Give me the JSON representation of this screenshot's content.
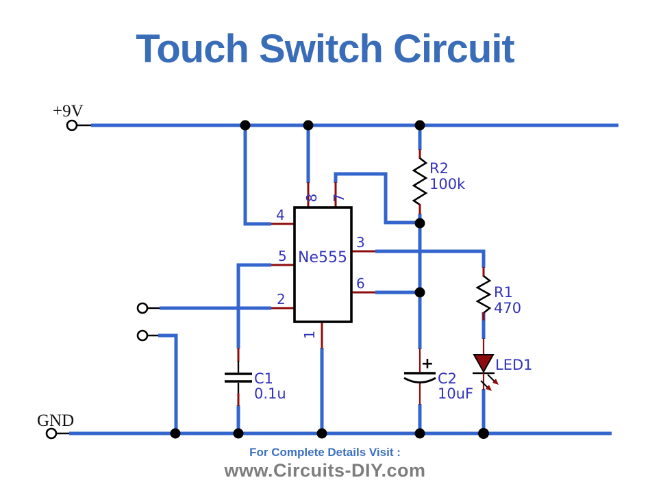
{
  "title": "Touch Switch Circuit",
  "colors": {
    "wire": "#3465cd",
    "stub": "#8e0b0b",
    "label": "#3333bb",
    "led_fill": "#8e0b0b",
    "title": "#3a6db8",
    "footer_blue": "#3c70c0",
    "footer_gray": "#7d7d7d"
  },
  "power": {
    "vcc_label": "+9V",
    "gnd_label": "GND"
  },
  "ic": {
    "name": "Ne555",
    "pins": {
      "p1": "1",
      "p2": "2",
      "p3": "3",
      "p4": "4",
      "p5": "5",
      "p6": "6",
      "p7": "7",
      "p8": "8"
    }
  },
  "components": {
    "r2": {
      "name": "R2",
      "value": "100k"
    },
    "r1": {
      "name": "R1",
      "value": "470"
    },
    "c1": {
      "name": "C1",
      "value": "0.1u"
    },
    "c2": {
      "name": "C2",
      "value": "10uF",
      "polarity": "+"
    },
    "led": {
      "name": "LED1"
    }
  },
  "footer": {
    "line1": "For Complete Details Visit :",
    "line2": "www.Circuits-DIY.com"
  }
}
